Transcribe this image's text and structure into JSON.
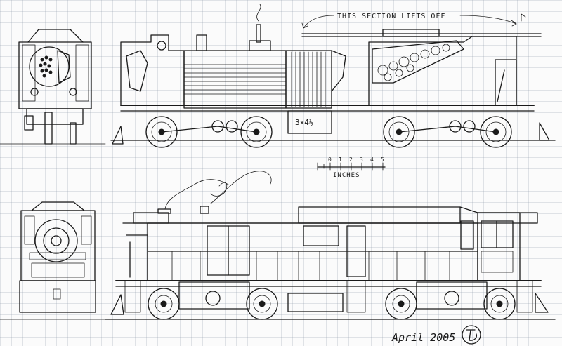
{
  "annotations": {
    "lift_note": "THIS SECTION LIFTS OFF",
    "dimension": "3×4½",
    "signature": "April 2005"
  },
  "scale_bar": {
    "ticks": [
      "0",
      "1",
      "2",
      "3",
      "4",
      "5"
    ],
    "unit": "INCHES"
  },
  "colors": {
    "ink": "#1a1a1a",
    "paper": "#fbfbfb",
    "grid": "#a0aab8"
  }
}
